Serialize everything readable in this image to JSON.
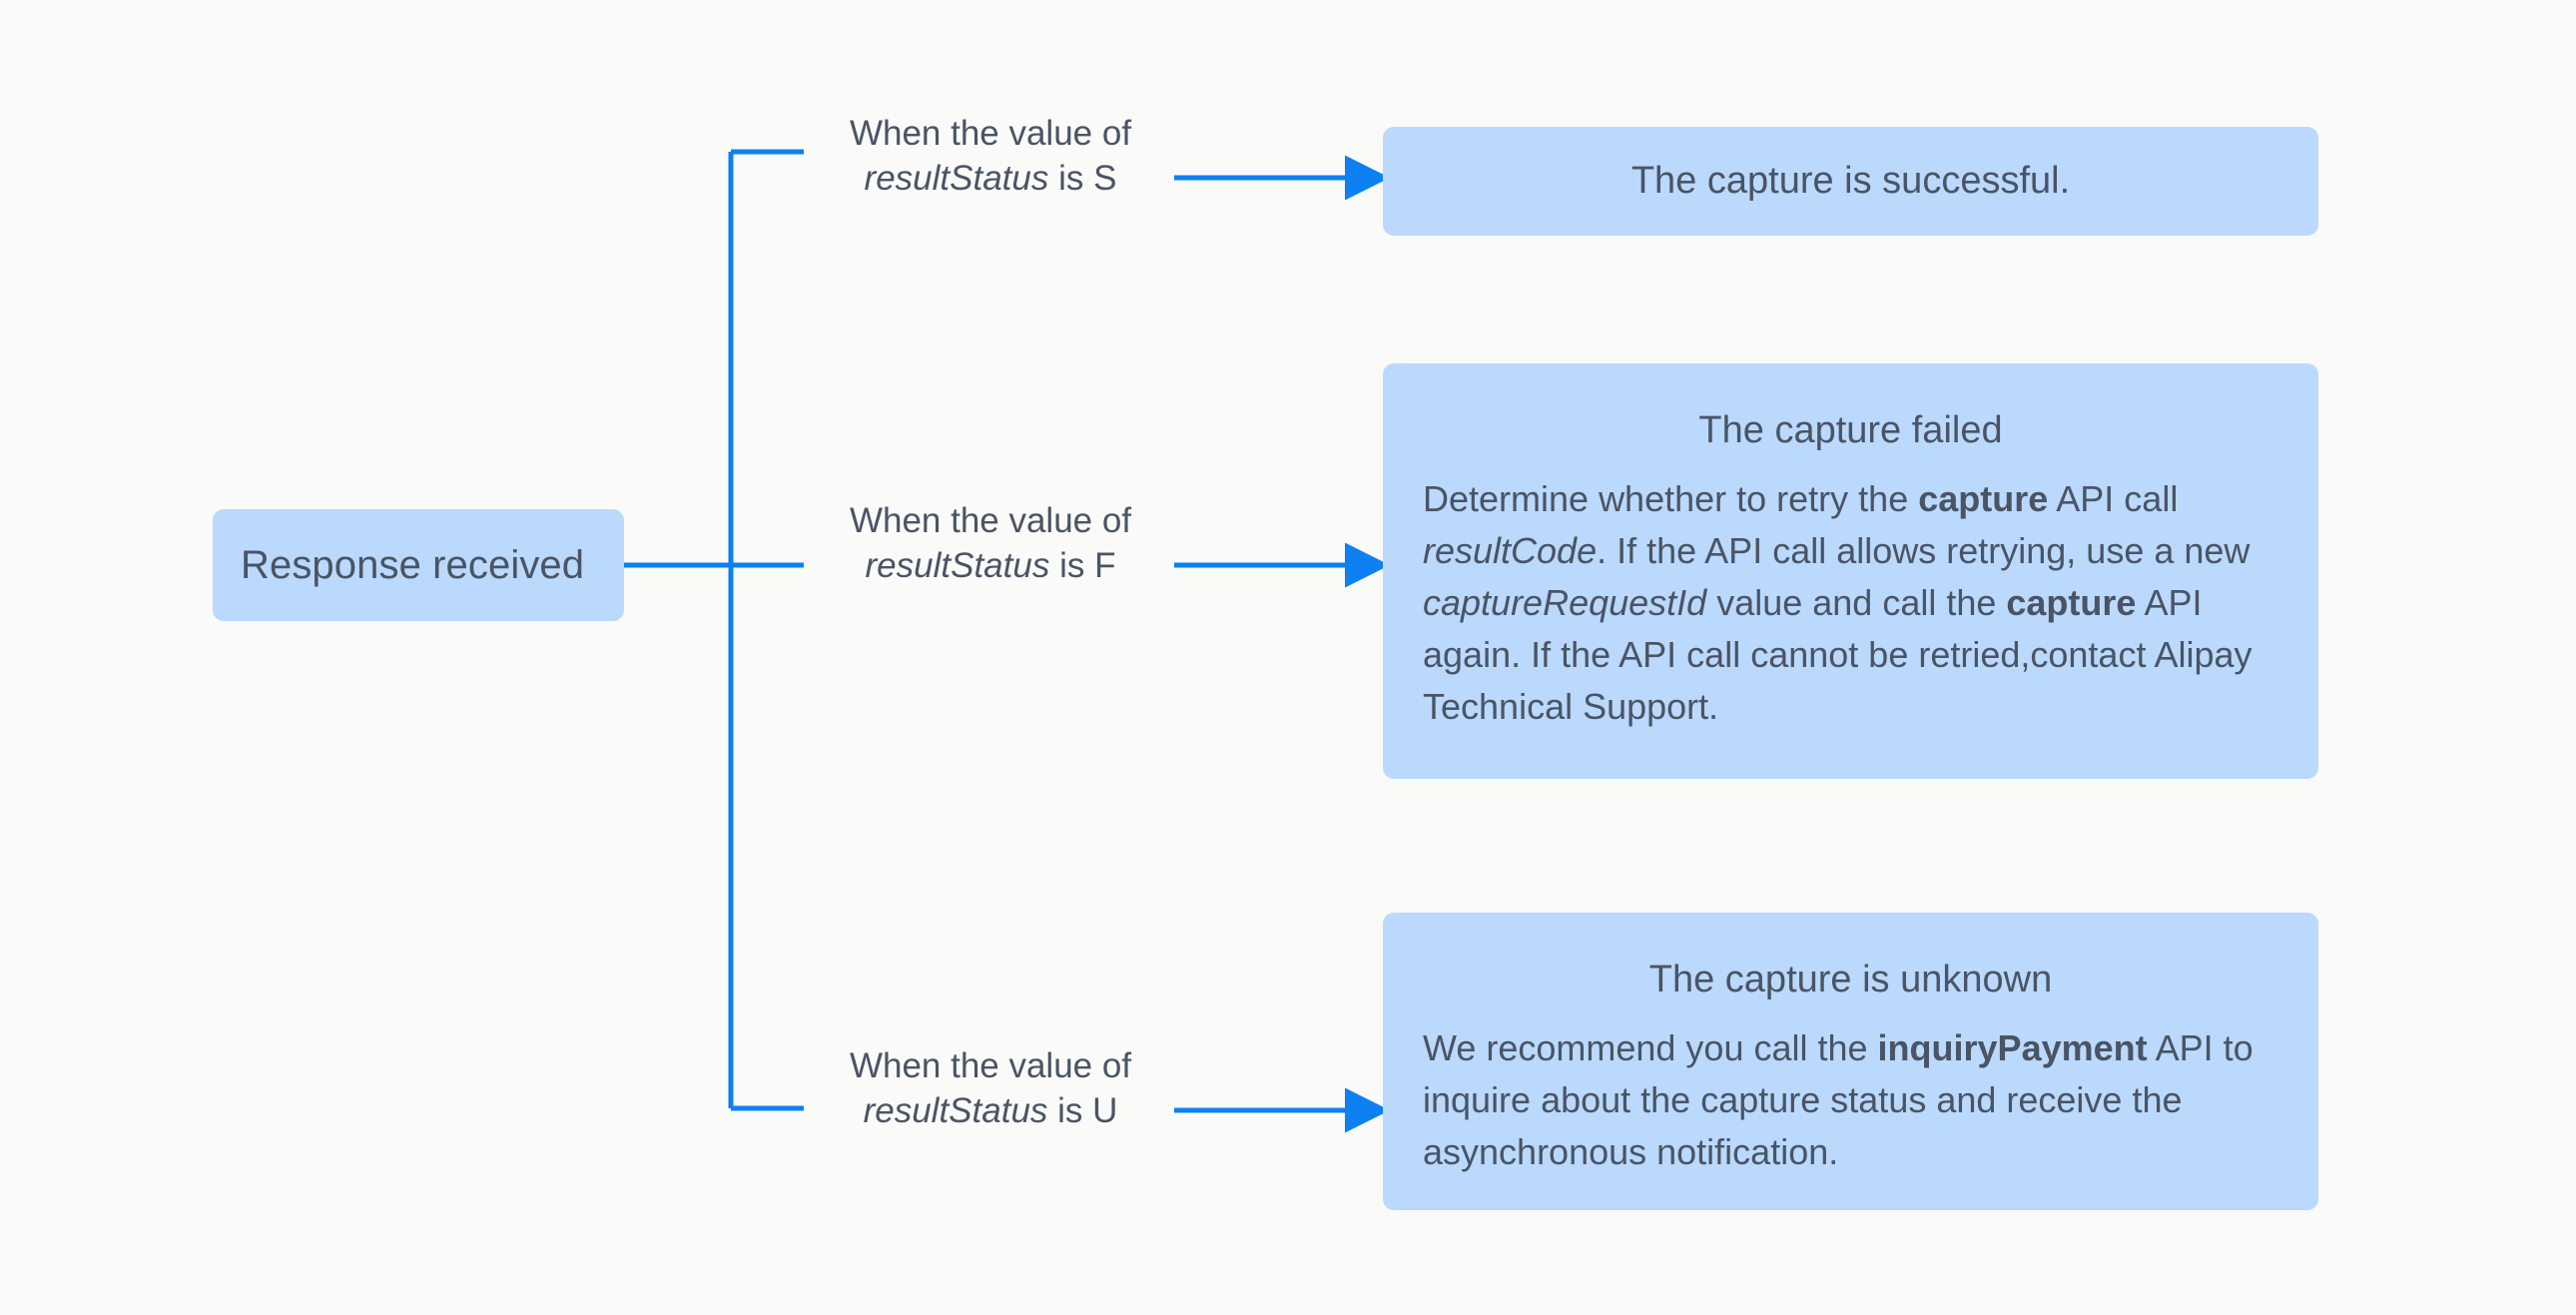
{
  "diagram": {
    "type": "flowchart",
    "title": "Capture response handling",
    "background_color": "#FAFAF9",
    "node_fill_color": "#BAD9FD",
    "connector_color": "#0D80F2",
    "text_color": "#4A5464"
  },
  "source": {
    "label": "Response received",
    "name": "response-received"
  },
  "branches": [
    {
      "key": "success",
      "label_line1": "When the value of",
      "label_italic": "resultStatus",
      "label_line2_suffix": " is S",
      "status_value": "S"
    },
    {
      "key": "failed",
      "label_line1": "When the value of",
      "label_italic": "resultStatus",
      "label_line2_suffix": " is F",
      "status_value": "F"
    },
    {
      "key": "unknown",
      "label_line1": "When the value of",
      "label_italic": "resultStatus",
      "label_line2_suffix": " is U",
      "status_value": "U"
    }
  ],
  "results": {
    "success": {
      "heading": "The capture is successful.",
      "body": []
    },
    "failed": {
      "heading": "The capture failed",
      "body_segments": [
        {
          "text": "Determine whether to retry the ",
          "style": "normal"
        },
        {
          "text": "capture",
          "style": "bold"
        },
        {
          "text": " API call ",
          "style": "normal"
        },
        {
          "text": "resultCode",
          "style": "italic"
        },
        {
          "text": ". If the API call allows retrying, use a new ",
          "style": "normal"
        },
        {
          "text": "captureRequestId",
          "style": "italic"
        },
        {
          "text": " value and call the ",
          "style": "normal"
        },
        {
          "text": "capture",
          "style": "bold"
        },
        {
          "text": " API again. If the API call cannot be retried,contact Alipay Technical Support.",
          "style": "normal"
        }
      ],
      "body_plain": "Determine whether to retry the capture API call resultCode. If the API call allows retrying, use a new captureRequestId value and call the capture API again. If the API call cannot be retried,contact Alipay Technical Support."
    },
    "unknown": {
      "heading": "The capture is unknown",
      "body_segments": [
        {
          "text": "We recommend you call the ",
          "style": "normal"
        },
        {
          "text": "inquiryPayment",
          "style": "bold"
        },
        {
          "text": " API to inquire about the capture status and receive the asynchronous notification.",
          "style": "normal"
        }
      ],
      "body_plain": "We recommend you call the inquiryPayment API to inquire about the capture status and receive the asynchronous notification."
    }
  }
}
